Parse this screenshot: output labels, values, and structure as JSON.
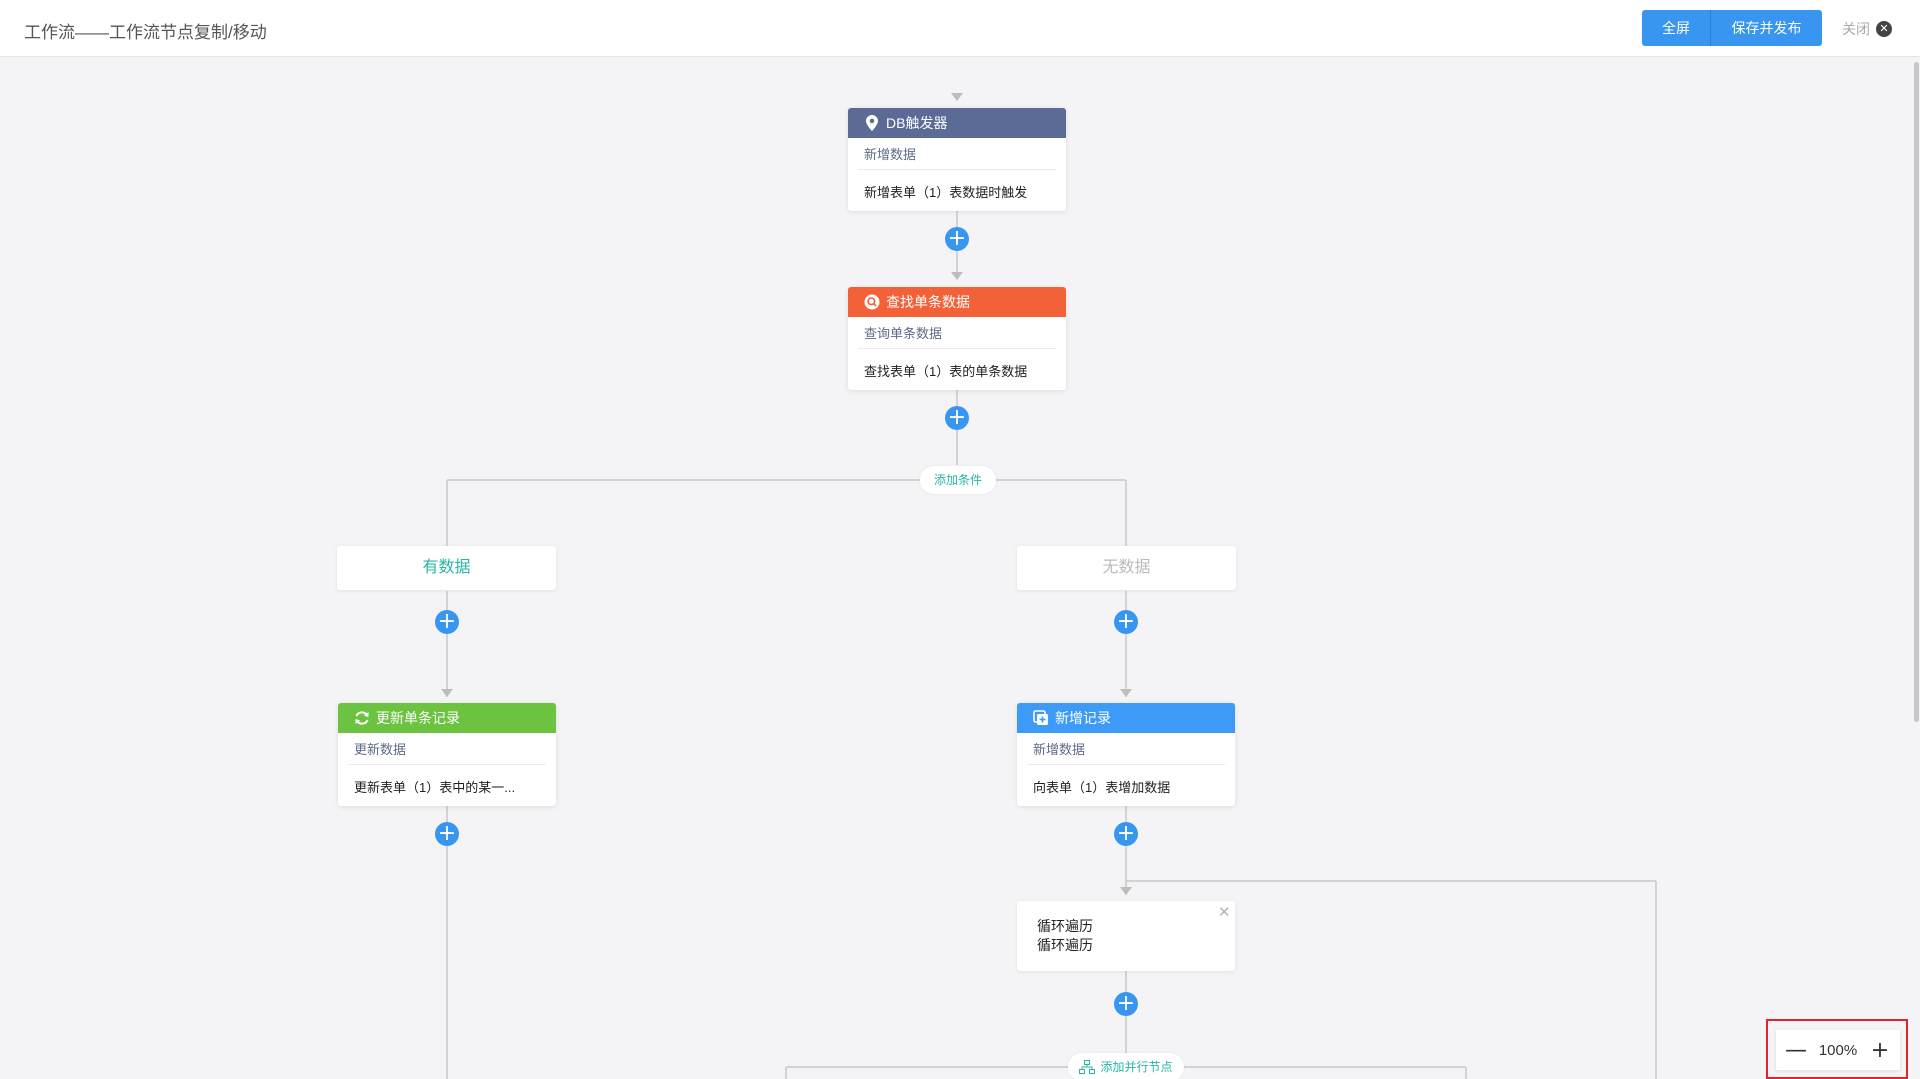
{
  "header": {
    "title": "工作流——工作流节点复制/移动",
    "fullscreen_label": "全屏",
    "save_publish_label": "保存并发布",
    "close_label": "关闭"
  },
  "nodes": {
    "db_trigger": {
      "title": "DB触发器",
      "subtitle": "新增数据",
      "desc": "新增表单（1）表数据时触发",
      "color": "#5b6b96"
    },
    "find_single": {
      "title": "查找单条数据",
      "subtitle": "查询单条数据",
      "desc": "查找表单（1）表的单条数据",
      "color": "#f26137"
    },
    "update_single": {
      "title": "更新单条记录",
      "subtitle": "更新数据",
      "desc": "更新表单（1）表中的某一...",
      "color": "#6cc340"
    },
    "add_record": {
      "title": "新增记录",
      "subtitle": "新增数据",
      "desc": "向表单（1）表增加数据",
      "color": "#3d9bf7"
    }
  },
  "add_condition_label": "添加条件",
  "conditions": {
    "has_data": {
      "label": "有数据",
      "color": "#27b6a6"
    },
    "no_data": {
      "label": "无数据",
      "color": "#bbbbbb"
    }
  },
  "loop": {
    "line1": "循环遍历",
    "line2": "循环遍历"
  },
  "add_parallel_label": "添加并行节点",
  "zoom": {
    "value": "100%",
    "minus": "—",
    "plus": "+"
  },
  "colors": {
    "accent": "#3996f0",
    "highlight_frame": "#e0242b",
    "line": "#c8c8c8"
  }
}
